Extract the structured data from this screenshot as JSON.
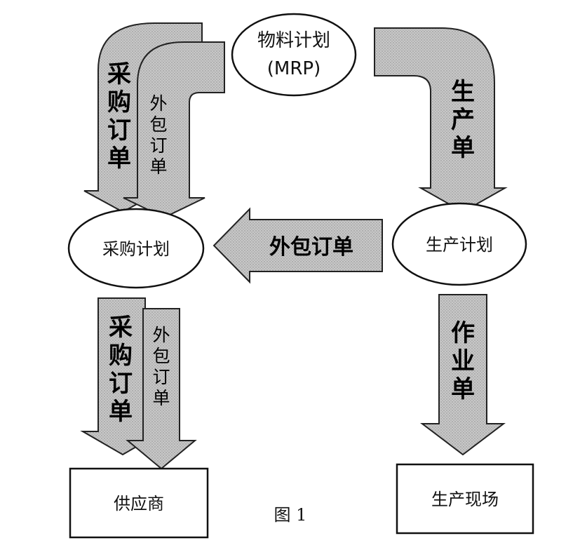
{
  "nodes": {
    "mrp": {
      "line1": "物料计划",
      "line2": "(MRP)"
    },
    "purchase_plan": "采购计划",
    "production_plan": "生产计划",
    "supplier": "供应商",
    "production_site": "生产现场"
  },
  "arrows": {
    "purchase_order_top": "采购订单",
    "outsource_order_top": "外包订单",
    "production_order": "生产单",
    "outsource_order_horizontal": "外包订单",
    "purchase_order_bottom": "采购订单",
    "outsource_order_bottom": "外包订单",
    "work_order": "作业单"
  },
  "caption": "图 1"
}
